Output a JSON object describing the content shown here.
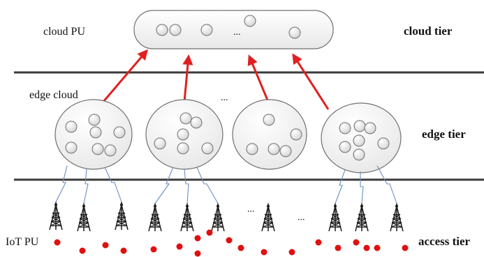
{
  "labels": {
    "cloud_pu": "cloud PU",
    "edge_cloud": "edge cloud",
    "iot_pu": "IoT PU",
    "cloud_tier": "cloud tier",
    "edge_tier": "edge tier",
    "access_tier": "access tier",
    "ellipsis": "..."
  },
  "colors": {
    "tier_line": "#3a3a3a",
    "arrow": "#e02020",
    "iot_dot": "#e01010",
    "node_stroke": "#707070",
    "node_fill_light": "#ffffff",
    "node_fill_dark": "#d9d9d9",
    "wireless": "#6a8fc0",
    "tower": "#1a1a1a"
  },
  "icons": {
    "processing_unit": "circle-node-icon",
    "edge_cloud": "ellipse-cluster-icon",
    "cloud": "rounded-rect-cloud-icon",
    "base_station": "cell-tower-icon",
    "link": "lightning-link-icon",
    "uplink": "red-arrow-icon",
    "iot_device": "red-dot-icon"
  }
}
